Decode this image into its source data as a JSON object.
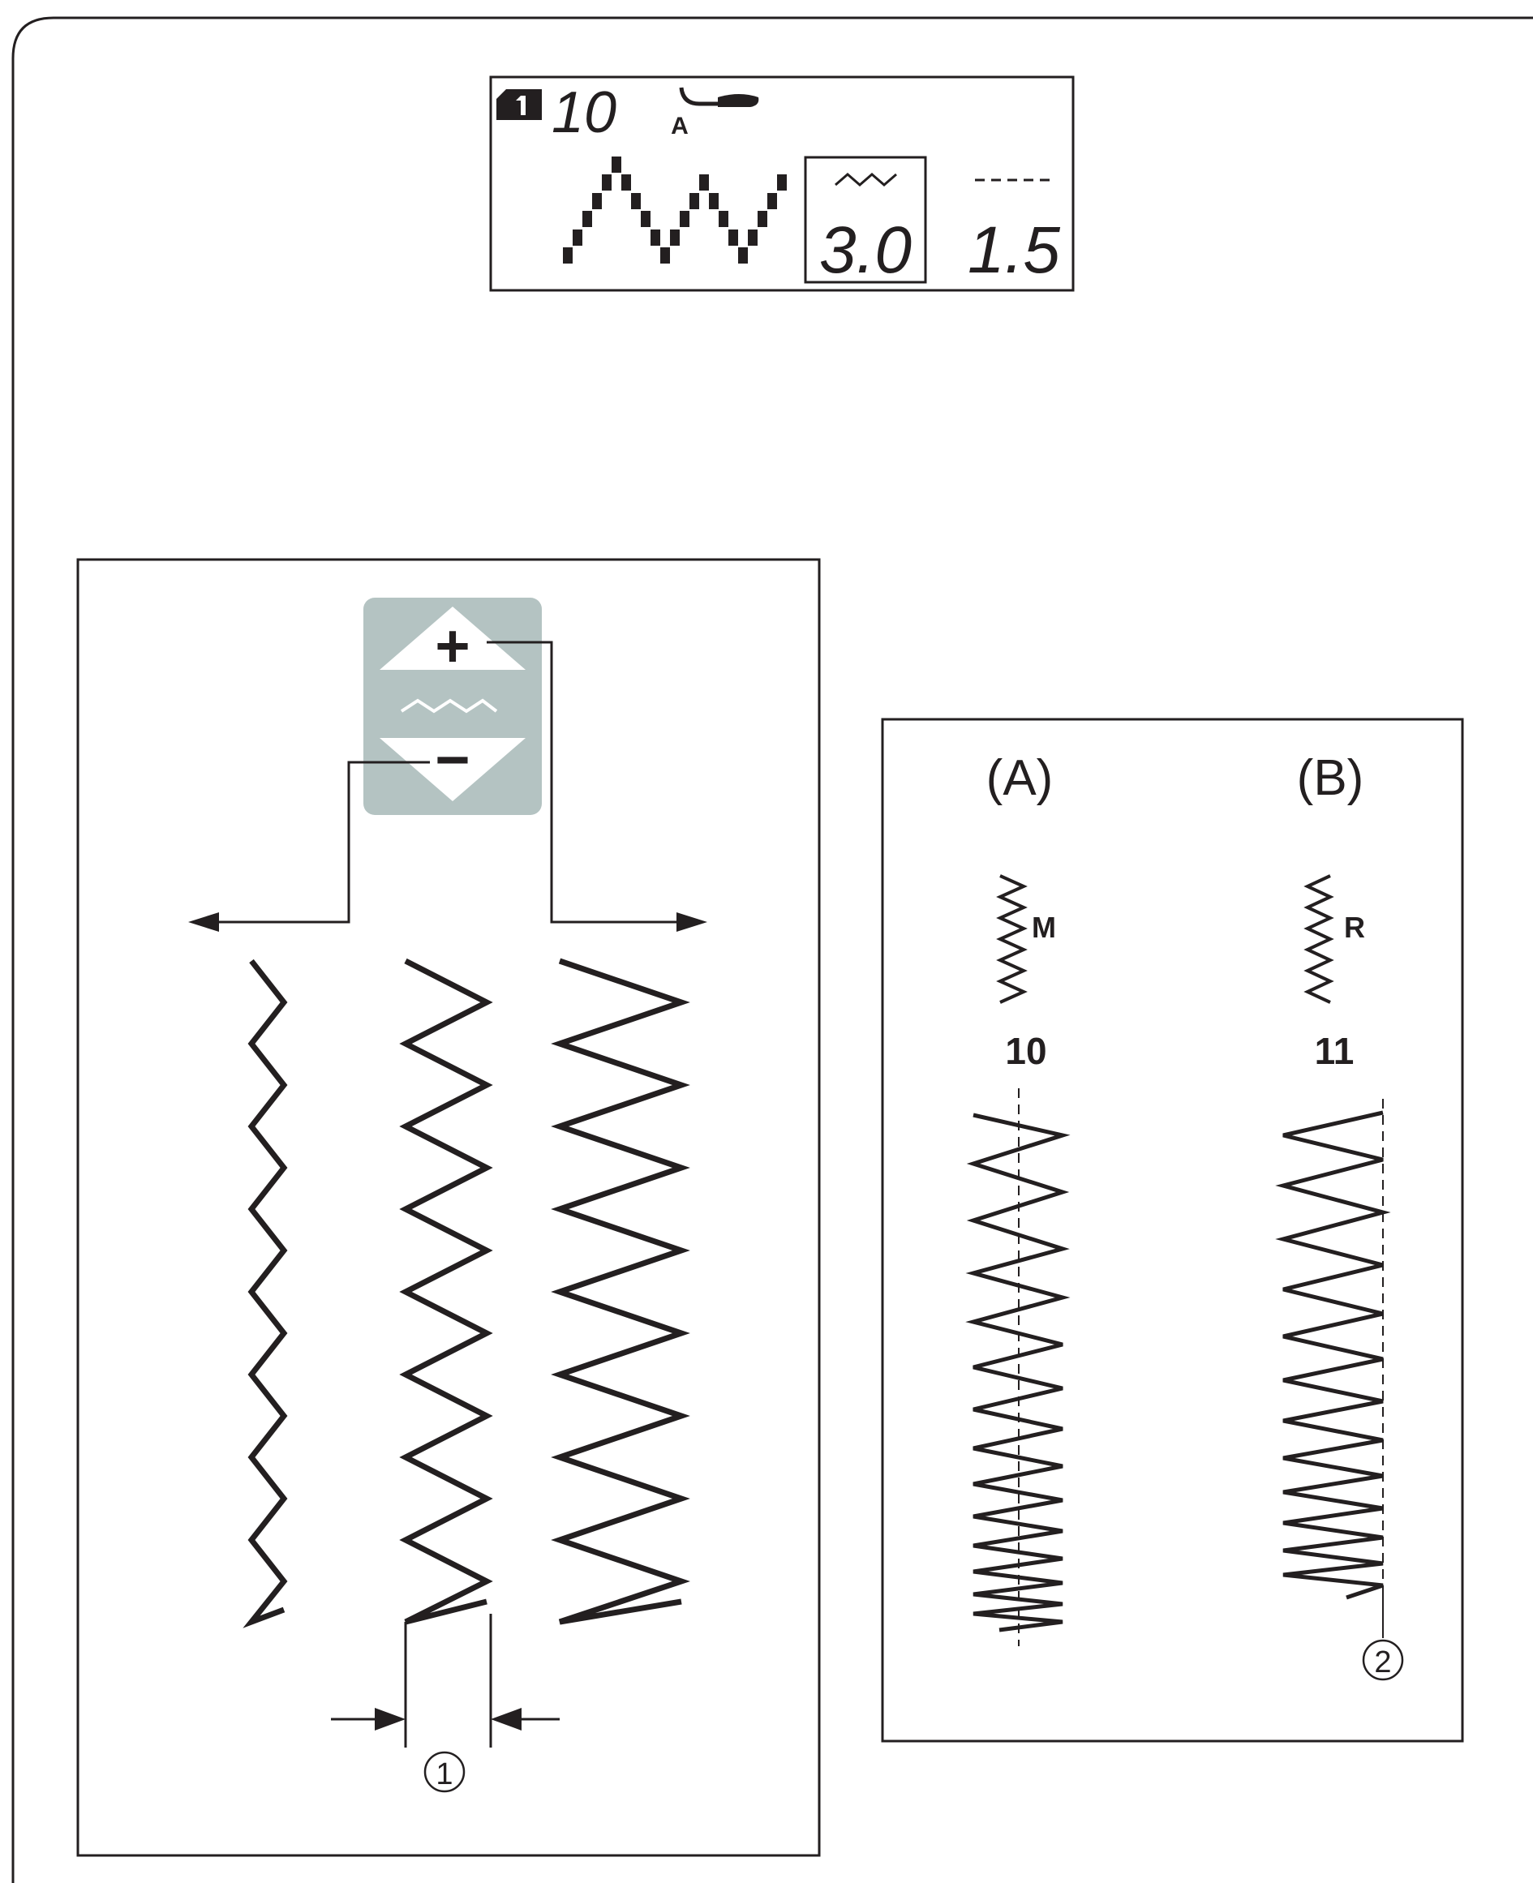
{
  "lcd": {
    "pattern_number": "10",
    "foot_letter": "A",
    "width_value": "3.0",
    "length_value": "1.5"
  },
  "width_key": {
    "plus_symbol": "+",
    "minus_symbol": "−"
  },
  "callouts": {
    "one": "1",
    "two": "2"
  },
  "patterns": {
    "a": {
      "header": "(A)",
      "icon_letter": "M",
      "number": "10"
    },
    "b": {
      "header": "(B)",
      "icon_letter": "R",
      "number": "11"
    }
  },
  "colors": {
    "ink": "#231f20",
    "key_panel": "#b4c3c2",
    "key_panel_light": "#ffffff"
  }
}
